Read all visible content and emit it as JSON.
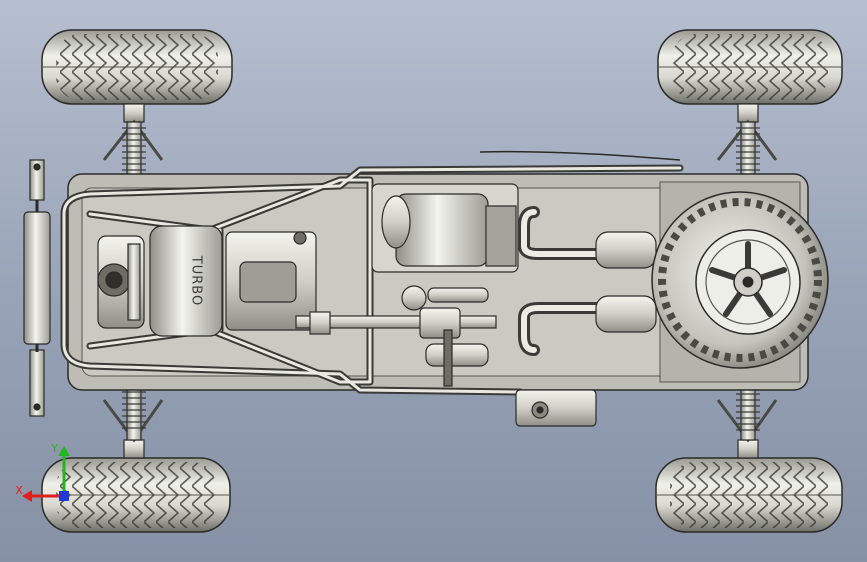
{
  "model": {
    "engine_label": "TURBO"
  },
  "triad": {
    "x_label": "X",
    "y_label": "Y",
    "colors": {
      "x": "#e0201c",
      "y": "#23b623",
      "z": "#2438d6"
    }
  },
  "palette": {
    "metal_light": "#f2f2ec",
    "metal_mid": "#c9c9c1",
    "metal_dark": "#7b7b74",
    "edge": "#2a2a28"
  }
}
